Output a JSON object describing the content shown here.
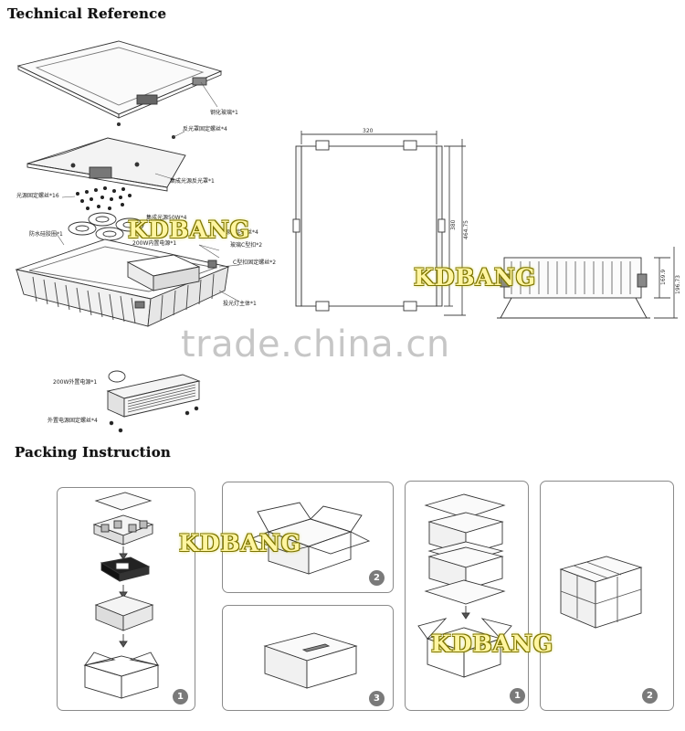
{
  "headings": {
    "technical": "Technical Reference",
    "packing": "Packing Instruction"
  },
  "watermarks": {
    "brand": "KDBANG",
    "site": "trade.china.cn"
  },
  "exploded_labels": [
    "钢化玻璃*1",
    "反光罩固定螺丝*4",
    "集成光源反光罩*1",
    "光源固定螺丝*16",
    "集成光源50W*4",
    "防水硅胶圈*1",
    "200W内置电源*1",
    "电源固定螺丝*4",
    "玻璃C型扣*2",
    "C型扣固定螺丝*2",
    "投光灯主体*1",
    "200W外置电源*1",
    "外置电源固定螺丝*4"
  ],
  "dimensions": {
    "front_width": "320",
    "front_inner_height": "380",
    "front_total_height": "464.75",
    "side_height_inner": "169.9",
    "side_height_outer": "196.73"
  },
  "packing_steps": {
    "panel_a": "1",
    "panel_b": "2",
    "panel_c": "3",
    "panel_d": "1",
    "panel_e": "2"
  }
}
